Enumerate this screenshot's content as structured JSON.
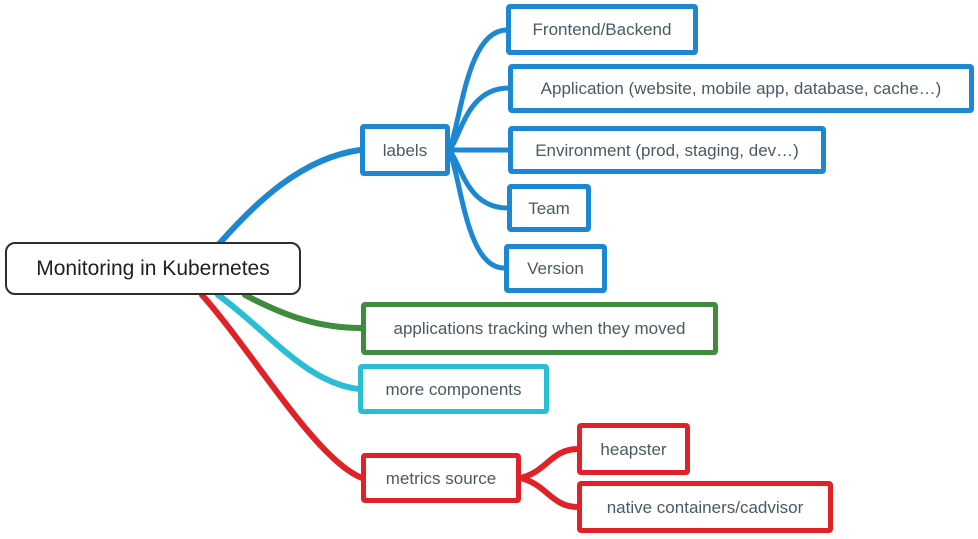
{
  "colors": {
    "blue": "#1e87d2",
    "green": "#3e8c3c",
    "cyan": "#2abdd6",
    "red": "#e02228",
    "text": "#4a5a64",
    "root-border": "#2e2e2e"
  },
  "mindmap": {
    "root": {
      "label": "Monitoring in Kubernetes"
    },
    "branches": [
      {
        "label": "labels",
        "color": "blue",
        "children": [
          {
            "label": "Frontend/Backend"
          },
          {
            "label": "Application (website, mobile app, database, cache…)"
          },
          {
            "label": "Environment (prod, staging, dev…)"
          },
          {
            "label": "Team"
          },
          {
            "label": "Version"
          }
        ]
      },
      {
        "label": "applications tracking when they moved",
        "color": "green",
        "children": []
      },
      {
        "label": "more components",
        "color": "cyan",
        "children": []
      },
      {
        "label": "metrics source",
        "color": "red",
        "children": [
          {
            "label": "heapster"
          },
          {
            "label": "native containers/cadvisor"
          }
        ]
      }
    ]
  }
}
